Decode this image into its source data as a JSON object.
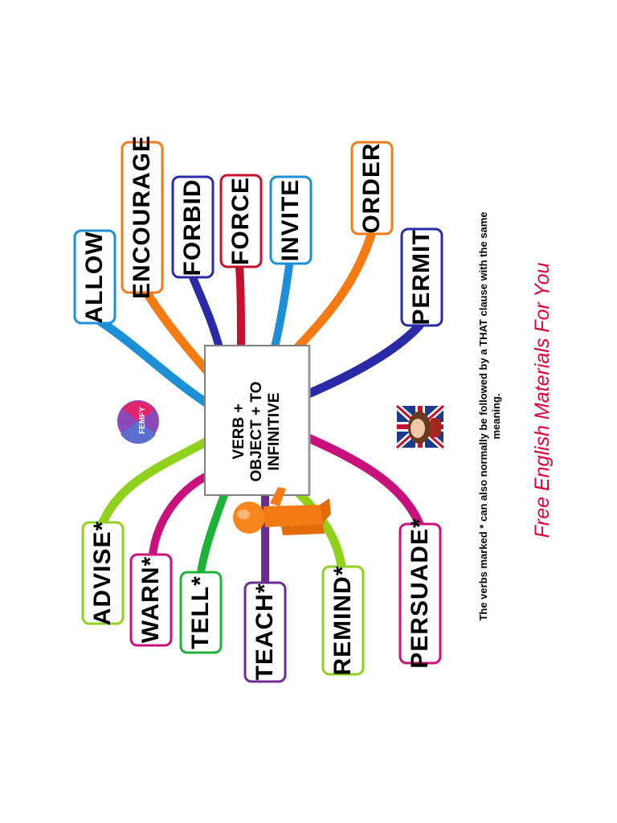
{
  "center": {
    "line1": "VERB +",
    "line2": "OBJECT + TO",
    "line3": "INFINITIVE"
  },
  "verbs": [
    {
      "label": "ALLOW",
      "color": "#1c8fd6"
    },
    {
      "label": "ENCOURAGE",
      "color": "#f47a14"
    },
    {
      "label": "FORBID",
      "color": "#2a2aa8"
    },
    {
      "label": "FORCE",
      "color": "#c4102e"
    },
    {
      "label": "INVITE",
      "color": "#1c8fd6"
    },
    {
      "label": "ORDER",
      "color": "#f47a14"
    },
    {
      "label": "PERMIT",
      "color": "#2a2aa8"
    },
    {
      "label": "ADVISE*",
      "color": "#8fd11c"
    },
    {
      "label": "WARN*",
      "color": "#c8117a"
    },
    {
      "label": "TELL*",
      "color": "#1fb23a"
    },
    {
      "label": "TEACH*",
      "color": "#6b2d8e"
    },
    {
      "label": "REMIND*",
      "color": "#8fd11c"
    },
    {
      "label": "PERSUADE*",
      "color": "#c8117a"
    }
  ],
  "footnote": {
    "line1": "The verbs marked * can also normally be followed by a THAT clause with the same",
    "line2": "meaning."
  },
  "brand": "Free English Materials For You",
  "logo": {
    "text": "FEMFY"
  }
}
